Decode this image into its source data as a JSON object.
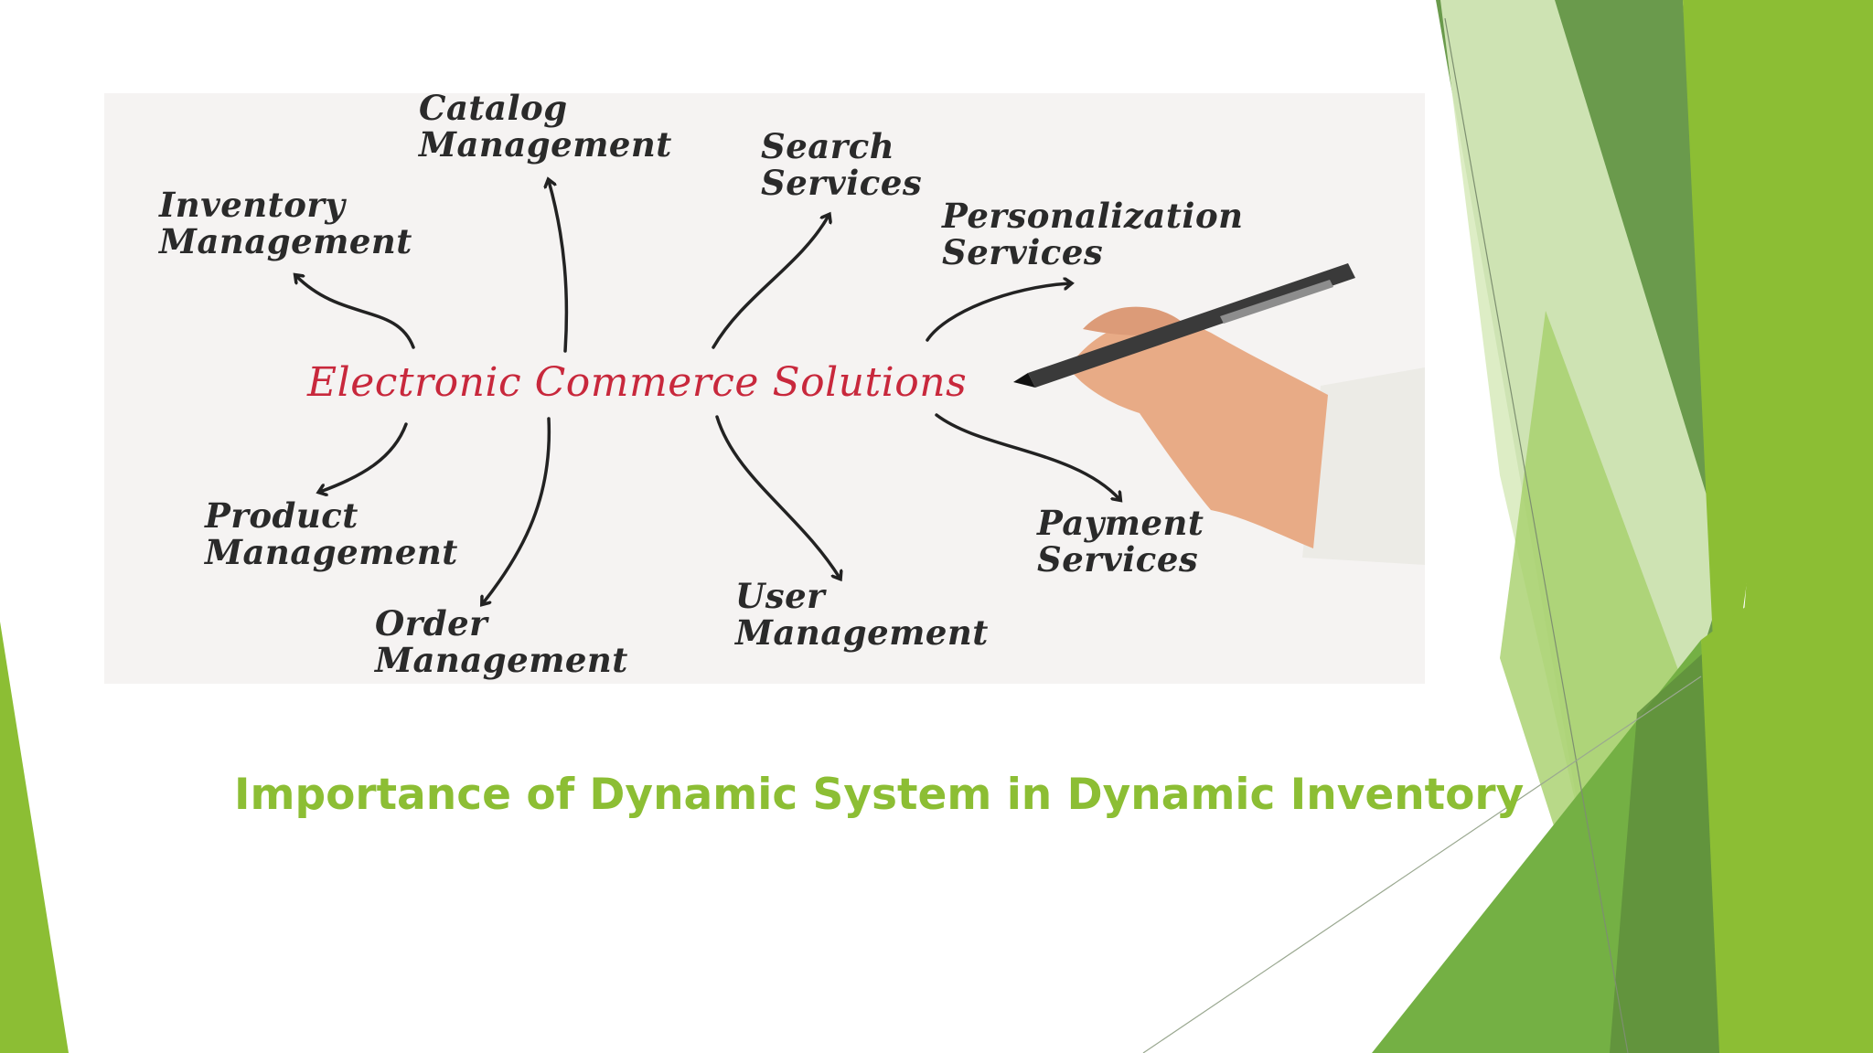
{
  "slide": {
    "caption": "Importance of Dynamic System in Dynamic Inventory",
    "accent_color": "#8cbe34",
    "theme_colors": [
      "#8cbe34",
      "#6a9a4c",
      "#5f8f3c",
      "#a6cf6a",
      "#d9ebbf"
    ]
  },
  "diagram": {
    "center_label": "Electronic Commerce Solutions",
    "center_color": "#c8283c",
    "branches": [
      {
        "label": "Catalog\nManagement"
      },
      {
        "label": "Search\nServices"
      },
      {
        "label": "Inventory\nManagement"
      },
      {
        "label": "Personalization\nServices"
      },
      {
        "label": "Product\nManagement"
      },
      {
        "label": "Order\nManagement"
      },
      {
        "label": "User\nManagement"
      },
      {
        "label": "Payment\nServices"
      }
    ]
  }
}
